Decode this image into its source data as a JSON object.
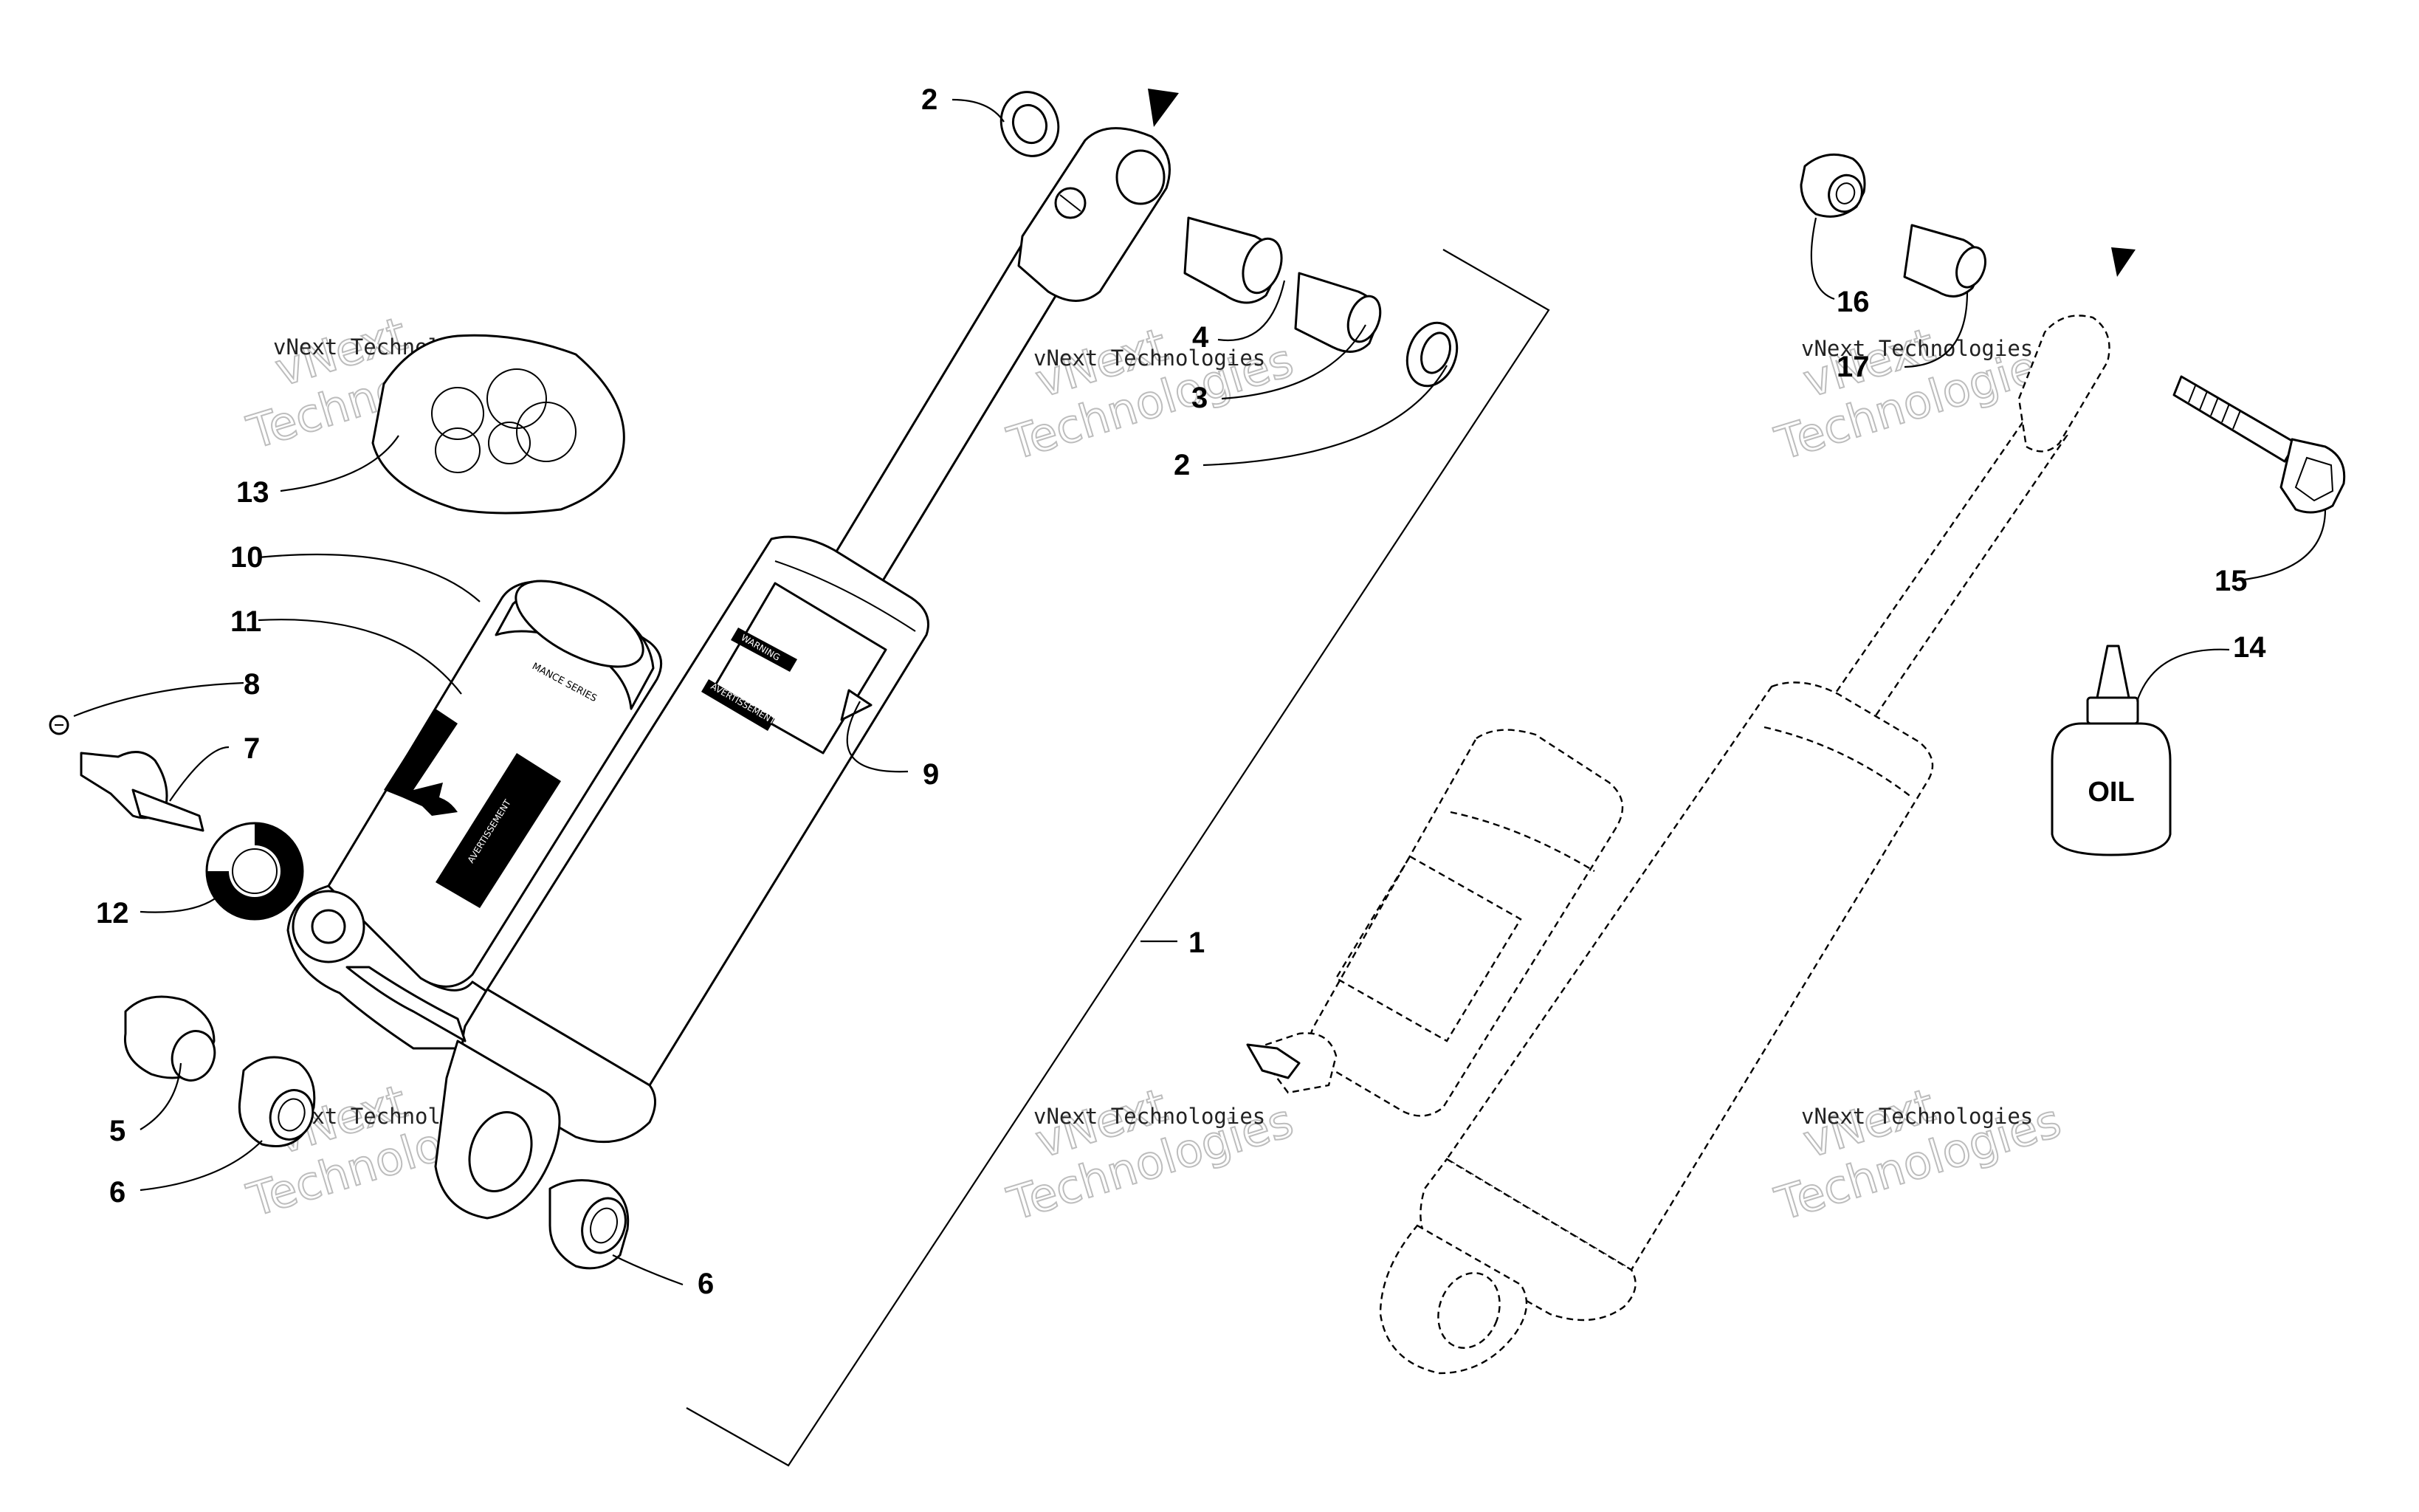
{
  "callouts": {
    "c1": "1",
    "c2a": "2",
    "c2b": "2",
    "c3": "3",
    "c4": "4",
    "c5": "5",
    "c6a": "6",
    "c6b": "6",
    "c7": "7",
    "c8": "8",
    "c9": "9",
    "c10": "10",
    "c11": "11",
    "c12": "12",
    "c13": "13",
    "c14": "14",
    "c15": "15",
    "c16": "16",
    "c17": "17"
  },
  "oil_bottle_label": "OIL",
  "labels": {
    "warning": "WARNING",
    "avertissement": "AVERTISSEMENT",
    "series": "MANCE SERIES",
    "avertissement_vertical": "AVERTISSEMENT"
  },
  "watermark": {
    "small": "vNext Technologies",
    "big_line1": "vNext",
    "big_line2": "Technologies"
  },
  "colors": {
    "ink": "#000000",
    "watermark": "#bdbdbd",
    "background": "#ffffff"
  }
}
